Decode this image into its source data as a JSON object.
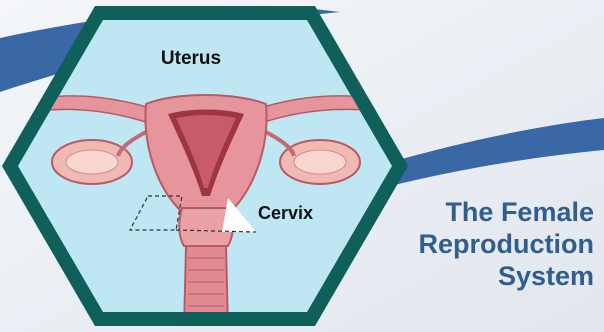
{
  "labels": {
    "uterus": "Uterus",
    "cervix": "Cervix"
  },
  "title": {
    "line1": "The Female",
    "line2": "Reproduction",
    "line3": "System"
  },
  "colors": {
    "background": "#e9edf2",
    "swoosh": "#3a67a6",
    "hex_border": "#0f5f5b",
    "hex_fill": "#bfe7f3",
    "tissue": "#e7959c",
    "tissue_dark": "#b85a64",
    "title_text": "#2e5f8f"
  }
}
